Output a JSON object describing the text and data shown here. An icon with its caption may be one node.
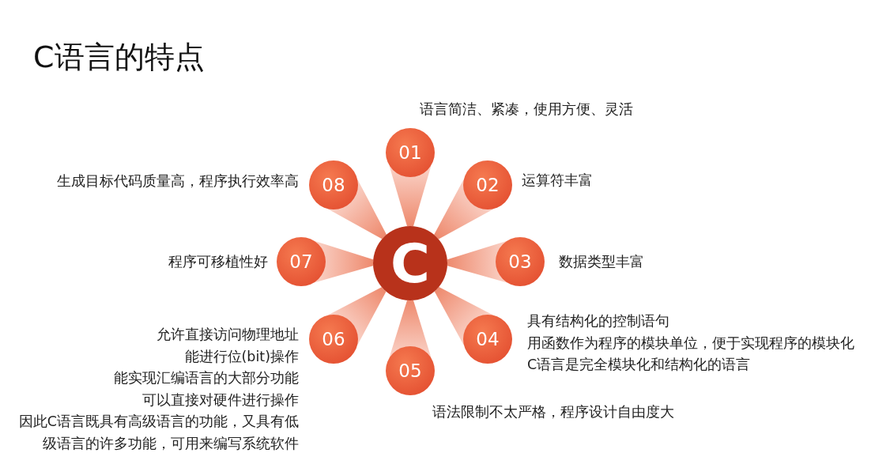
{
  "diagram": {
    "title": "C语言的特点",
    "nodes": [
      {
        "text": [
          "C"
        ]
      },
      {
        "text": [
          "01"
        ],
        "beside": [
          "语言简洁、紧凑，使用方便、灵活"
        ]
      },
      {
        "text": [
          "02"
        ],
        "beside": [
          "运算符丰富"
        ]
      },
      {
        "text": [
          "03"
        ],
        "beside": [
          "数据类型丰富"
        ]
      },
      {
        "text": [
          "04"
        ],
        "beside": [
          "具有结构化的控制语句",
          "用函数作为程序的模块单位，便于实现程序的模块化",
          "C语言是完全模块化和结构化的语言"
        ]
      },
      {
        "text": [
          "05"
        ],
        "beside": [
          "语法限制不太严格，程序设计自由度大"
        ]
      },
      {
        "text": [
          "06"
        ],
        "beside": [
          "允许直接访问物理地址",
          "能进行位(bit)操作",
          "能实现汇编语言的大部分功能",
          "可以直接对硬件进行操作",
          "因此C语言既具有高级语言的功能，又具有低级语言的许多功能，可用来编写系统软件"
        ]
      },
      {
        "text": [
          "07"
        ],
        "beside": [
          "程序可移植性好"
        ]
      },
      {
        "text": [
          "08"
        ],
        "beside": [
          "生成目标代码质量高，程序执行效率高"
        ]
      }
    ],
    "edges": [
      {
        "from": 0,
        "to": 1,
        "arrow": "none"
      },
      {
        "from": 0,
        "to": 2,
        "arrow": "none"
      },
      {
        "from": 0,
        "to": 3,
        "arrow": "none"
      },
      {
        "from": 0,
        "to": 4,
        "arrow": "none"
      },
      {
        "from": 0,
        "to": 5,
        "arrow": "none"
      },
      {
        "from": 0,
        "to": 6,
        "arrow": "none"
      },
      {
        "from": 0,
        "to": 7,
        "arrow": "none"
      },
      {
        "from": 0,
        "to": 8,
        "arrow": "none"
      }
    ]
  }
}
